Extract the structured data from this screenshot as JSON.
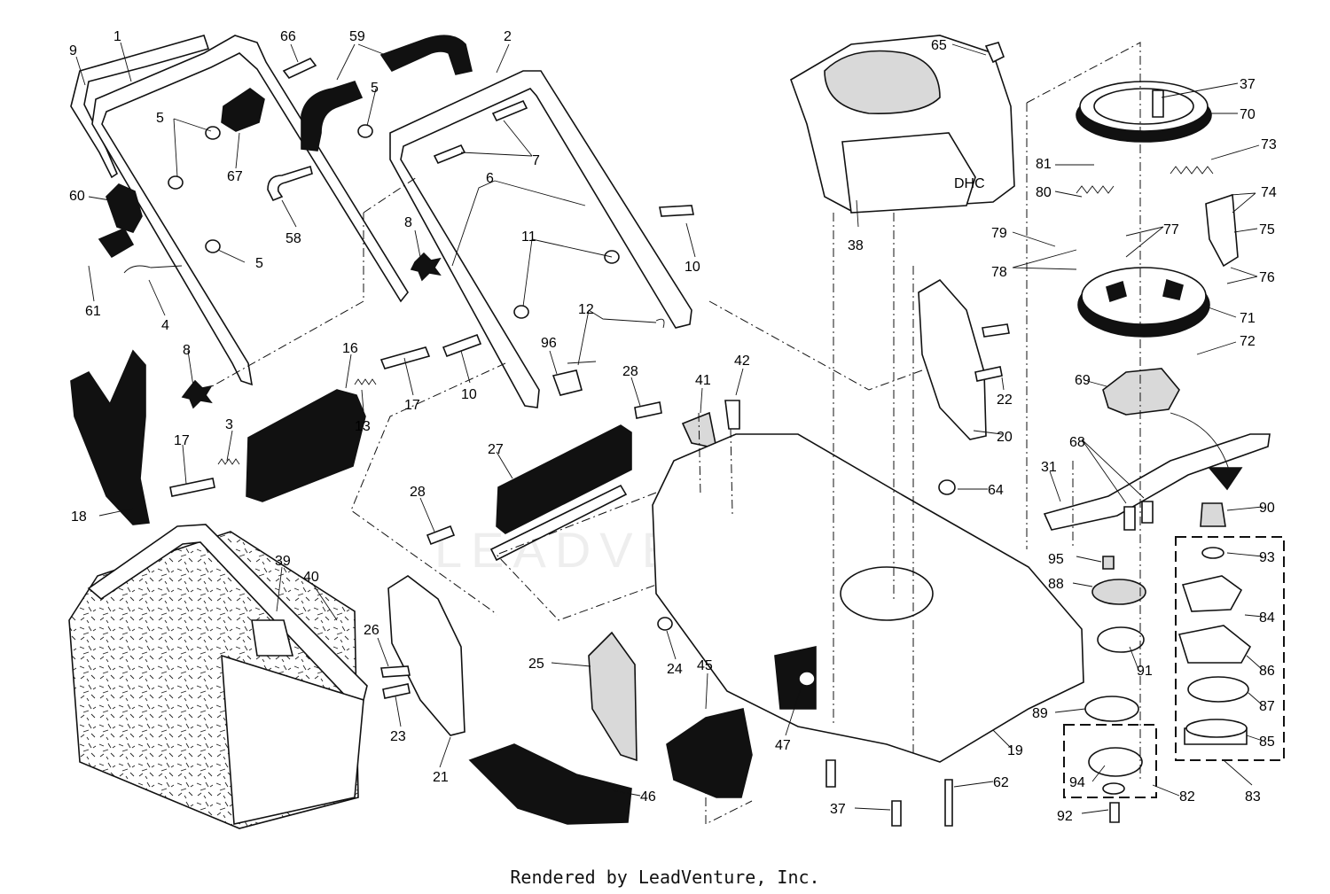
{
  "credit": "Rendered by LeadVenture, Inc.",
  "watermark": "LEADVENTURE",
  "engine_label": "DHC",
  "callouts": [
    {
      "id": "c9",
      "text": "9"
    },
    {
      "id": "c1",
      "text": "1"
    },
    {
      "id": "c66",
      "text": "66"
    },
    {
      "id": "c59",
      "text": "59"
    },
    {
      "id": "c2",
      "text": "2"
    },
    {
      "id": "c65",
      "text": "65"
    },
    {
      "id": "c37a",
      "text": "37"
    },
    {
      "id": "c70",
      "text": "70"
    },
    {
      "id": "c5a",
      "text": "5"
    },
    {
      "id": "c5b",
      "text": "5"
    },
    {
      "id": "c5c",
      "text": "5"
    },
    {
      "id": "c67",
      "text": "67"
    },
    {
      "id": "c7",
      "text": "7"
    },
    {
      "id": "c81",
      "text": "81"
    },
    {
      "id": "c73",
      "text": "73"
    },
    {
      "id": "c80",
      "text": "80"
    },
    {
      "id": "c74",
      "text": "74"
    },
    {
      "id": "c60",
      "text": "60"
    },
    {
      "id": "c6",
      "text": "6"
    },
    {
      "id": "c58",
      "text": "58"
    },
    {
      "id": "c8a",
      "text": "8"
    },
    {
      "id": "c11",
      "text": "11"
    },
    {
      "id": "c10a",
      "text": "10"
    },
    {
      "id": "c38",
      "text": "38"
    },
    {
      "id": "c79",
      "text": "79"
    },
    {
      "id": "c77",
      "text": "77"
    },
    {
      "id": "c75",
      "text": "75"
    },
    {
      "id": "c5d",
      "text": "5"
    },
    {
      "id": "c61",
      "text": "61"
    },
    {
      "id": "c4",
      "text": "4"
    },
    {
      "id": "c78",
      "text": "78"
    },
    {
      "id": "c76",
      "text": "76"
    },
    {
      "id": "c12",
      "text": "12"
    },
    {
      "id": "c71",
      "text": "71"
    },
    {
      "id": "c8b",
      "text": "8"
    },
    {
      "id": "c16",
      "text": "16"
    },
    {
      "id": "c96",
      "text": "96"
    },
    {
      "id": "c72",
      "text": "72"
    },
    {
      "id": "c42",
      "text": "42"
    },
    {
      "id": "c28a",
      "text": "28"
    },
    {
      "id": "c41",
      "text": "41"
    },
    {
      "id": "c69",
      "text": "69"
    },
    {
      "id": "c22",
      "text": "22"
    },
    {
      "id": "c13",
      "text": "13"
    },
    {
      "id": "c17a",
      "text": "17"
    },
    {
      "id": "c10b",
      "text": "10"
    },
    {
      "id": "c3",
      "text": "3"
    },
    {
      "id": "c17b",
      "text": "17"
    },
    {
      "id": "c20",
      "text": "20"
    },
    {
      "id": "c27",
      "text": "27"
    },
    {
      "id": "c68",
      "text": "68"
    },
    {
      "id": "c31",
      "text": "31"
    },
    {
      "id": "c64",
      "text": "64"
    },
    {
      "id": "c18",
      "text": "18"
    },
    {
      "id": "c28b",
      "text": "28"
    },
    {
      "id": "c90",
      "text": "90"
    },
    {
      "id": "c39",
      "text": "39"
    },
    {
      "id": "c40",
      "text": "40"
    },
    {
      "id": "c95",
      "text": "95"
    },
    {
      "id": "c93",
      "text": "93"
    },
    {
      "id": "c88",
      "text": "88"
    },
    {
      "id": "c84",
      "text": "84"
    },
    {
      "id": "c26",
      "text": "26"
    },
    {
      "id": "c25",
      "text": "25"
    },
    {
      "id": "c45",
      "text": "45"
    },
    {
      "id": "c24",
      "text": "24"
    },
    {
      "id": "c91",
      "text": "91"
    },
    {
      "id": "c86",
      "text": "86"
    },
    {
      "id": "c87",
      "text": "87"
    },
    {
      "id": "c89",
      "text": "89"
    },
    {
      "id": "c23",
      "text": "23"
    },
    {
      "id": "c47",
      "text": "47"
    },
    {
      "id": "c19",
      "text": "19"
    },
    {
      "id": "c85",
      "text": "85"
    },
    {
      "id": "c21",
      "text": "21"
    },
    {
      "id": "c62",
      "text": "62"
    },
    {
      "id": "c94",
      "text": "94"
    },
    {
      "id": "c82",
      "text": "82"
    },
    {
      "id": "c83",
      "text": "83"
    },
    {
      "id": "c46",
      "text": "46"
    },
    {
      "id": "c37b",
      "text": "37"
    },
    {
      "id": "c92",
      "text": "92"
    }
  ]
}
